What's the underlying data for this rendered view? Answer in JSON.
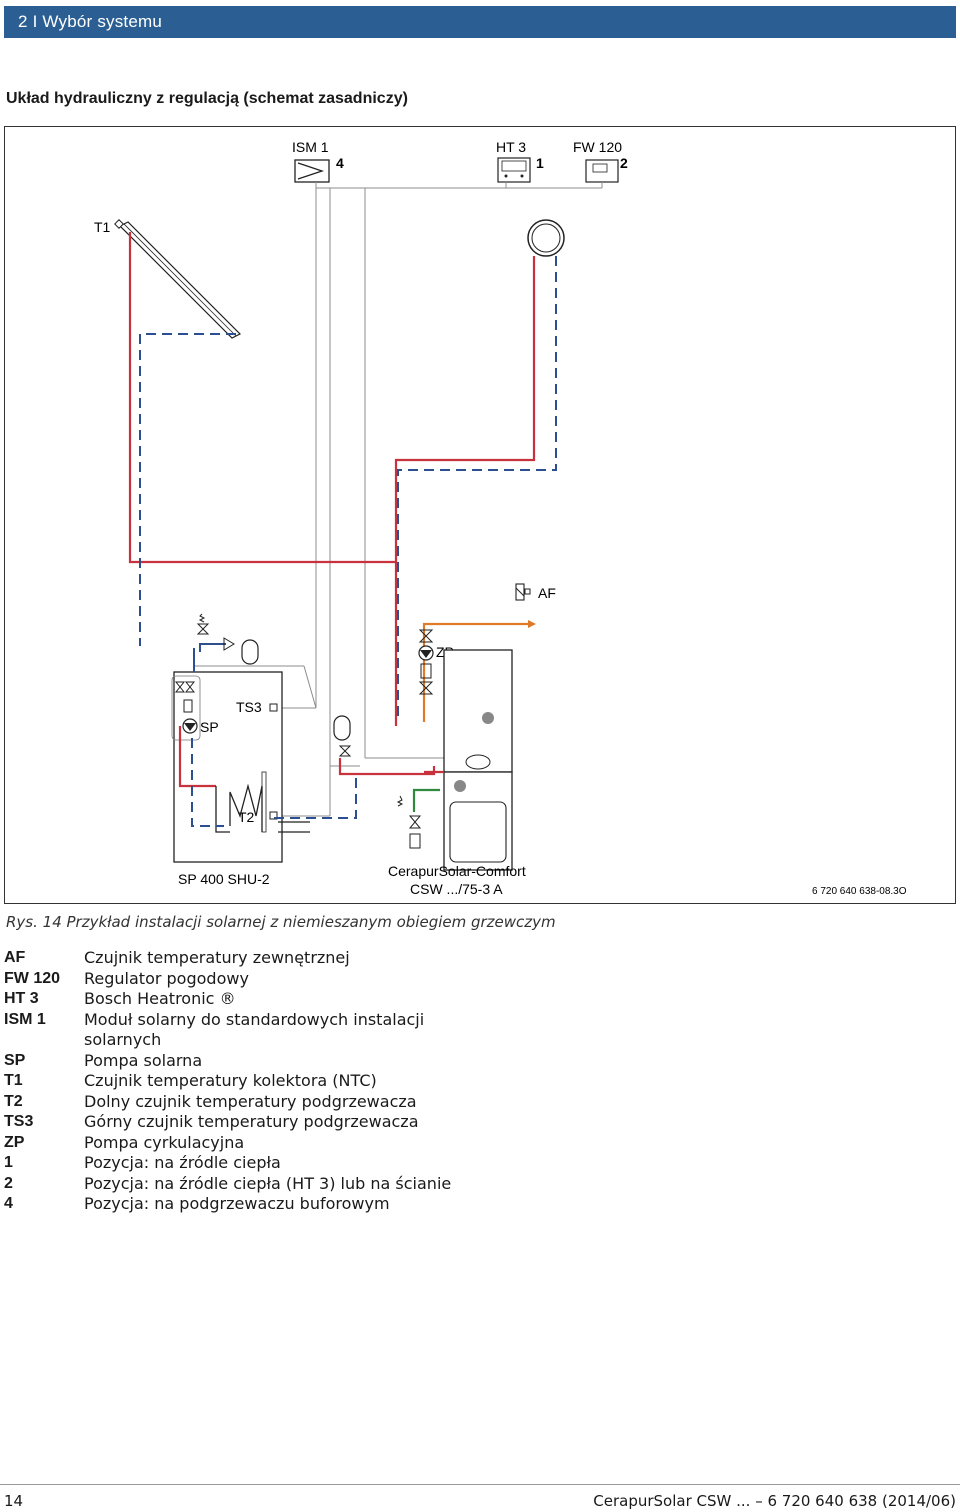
{
  "header": {
    "text": "2  I  Wybór systemu"
  },
  "section_title": "Układ hydrauliczny z regulacją (schemat zasadniczy)",
  "diagram": {
    "ism_label": "ISM 1",
    "ism_pos": "4",
    "ht_label": "HT 3",
    "ht_pos": "1",
    "fw_label": "FW 120",
    "fw_pos": "2",
    "t1": "T1",
    "af": "AF",
    "zp": "ZP",
    "sp": "SP",
    "ts3": "TS3",
    "t2": "T2",
    "tank_name": "SP 400 SHU-2",
    "boiler_name_1": "CerapurSolar-Comfort",
    "boiler_name_2": "CSW .../75-3 A",
    "drawing_code": "6  720  640  638-08.3O",
    "colors": {
      "red": "#c8323c",
      "blue": "#2e4f8f",
      "orange": "#e07a2b",
      "green": "#2f8a3f",
      "gray": "#8c8c8c"
    }
  },
  "caption": "Rys. 14  Przykład instalacji solarnej z niemieszanym obiegiem grzewczym",
  "legend": [
    {
      "key": "AF",
      "value": "Czujnik temperatury zewnętrznej"
    },
    {
      "key": "FW 120",
      "value": "Regulator pogodowy"
    },
    {
      "key": "HT 3",
      "value": "Bosch Heatronic ®"
    },
    {
      "key": "ISM 1",
      "value": "Moduł solarny do standardowych instalacji solarnych"
    },
    {
      "key": "SP",
      "value": "Pompa solarna"
    },
    {
      "key": "T1",
      "value": "Czujnik temperatury kolektora (NTC)"
    },
    {
      "key": "T2",
      "value": "Dolny czujnik temperatury podgrzewacza"
    },
    {
      "key": "TS3",
      "value": "Górny czujnik temperatury podgrzewacza"
    },
    {
      "key": "ZP",
      "value": "Pompa cyrkulacyjna"
    },
    {
      "key": "1",
      "value": "Pozycja: na źródle ciepła"
    },
    {
      "key": "2",
      "value": "Pozycja: na źródle ciepła (HT 3) lub na ścianie"
    },
    {
      "key": "4",
      "value": "Pozycja: na podgrzewaczu buforowym"
    }
  ],
  "footer": {
    "page": "14",
    "doc": "CerapurSolar CSW ... – 6 720 640 638 (2014/06)"
  }
}
